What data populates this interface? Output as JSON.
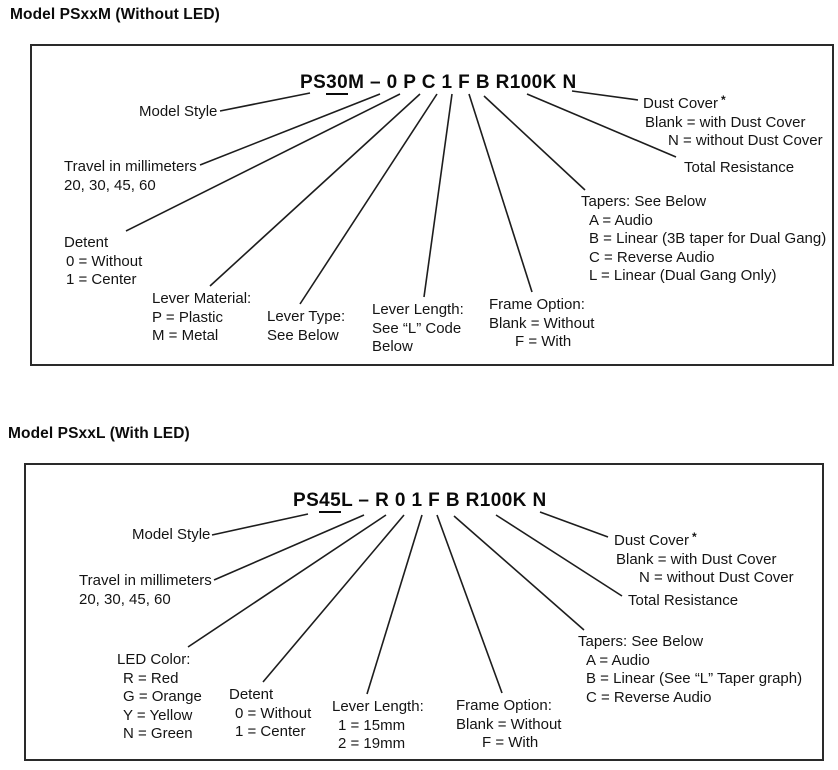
{
  "sections": [
    {
      "heading": "Model PSxxM (Without LED)",
      "part_number": {
        "prefix": "PS",
        "travel": "30",
        "rest": "M – 0 P C 1 F B R100K N"
      },
      "callouts": {
        "model_style": [
          "Model Style"
        ],
        "travel": [
          "Travel in millimeters",
          "20, 30, 45, 60"
        ],
        "detent": [
          "Detent",
          "0 = Without",
          "1 = Center"
        ],
        "lever_material": [
          "Lever Material:",
          "P = Plastic",
          "M = Metal"
        ],
        "lever_type": [
          "Lever Type:",
          "See Below"
        ],
        "lever_length": [
          "Lever Length:",
          "See “L” Code",
          "Below"
        ],
        "frame_option": [
          "Frame Option:",
          "Blank = Without",
          "F = With"
        ],
        "tapers": [
          "Tapers: See Below",
          "A = Audio",
          "B = Linear (3B taper for Dual Gang)",
          "C = Reverse Audio",
          "L = Linear (Dual Gang Only)"
        ],
        "total_resistance": [
          "Total Resistance"
        ],
        "dust_cover": {
          "title": "Dust Cover",
          "asterisk": "*",
          "lines": [
            "Blank = with Dust Cover",
            "N = without Dust Cover"
          ]
        }
      }
    },
    {
      "heading": "Model PSxxL (With LED)",
      "part_number": {
        "prefix": "PS",
        "travel": "45",
        "rest": "L – R 0 1 F B R100K N"
      },
      "callouts": {
        "model_style": [
          "Model Style"
        ],
        "travel": [
          "Travel in millimeters",
          "20, 30, 45, 60"
        ],
        "led_color": [
          "LED Color:",
          "R = Red",
          "G = Orange",
          "Y = Yellow",
          "N = Green"
        ],
        "detent": [
          "Detent",
          "0 = Without",
          "1 = Center"
        ],
        "lever_length": [
          "Lever Length:",
          "1 = 15mm",
          "2 = 19mm"
        ],
        "frame_option": [
          "Frame Option:",
          "Blank = Without",
          "F = With"
        ],
        "tapers": [
          "Tapers: See Below",
          "A = Audio",
          "B = Linear (See “L” Taper graph)",
          "C = Reverse Audio"
        ],
        "total_resistance": [
          "Total Resistance"
        ],
        "dust_cover": {
          "title": "Dust Cover",
          "asterisk": "*",
          "lines": [
            "Blank = with Dust Cover",
            "N = without Dust Cover"
          ]
        }
      }
    }
  ]
}
